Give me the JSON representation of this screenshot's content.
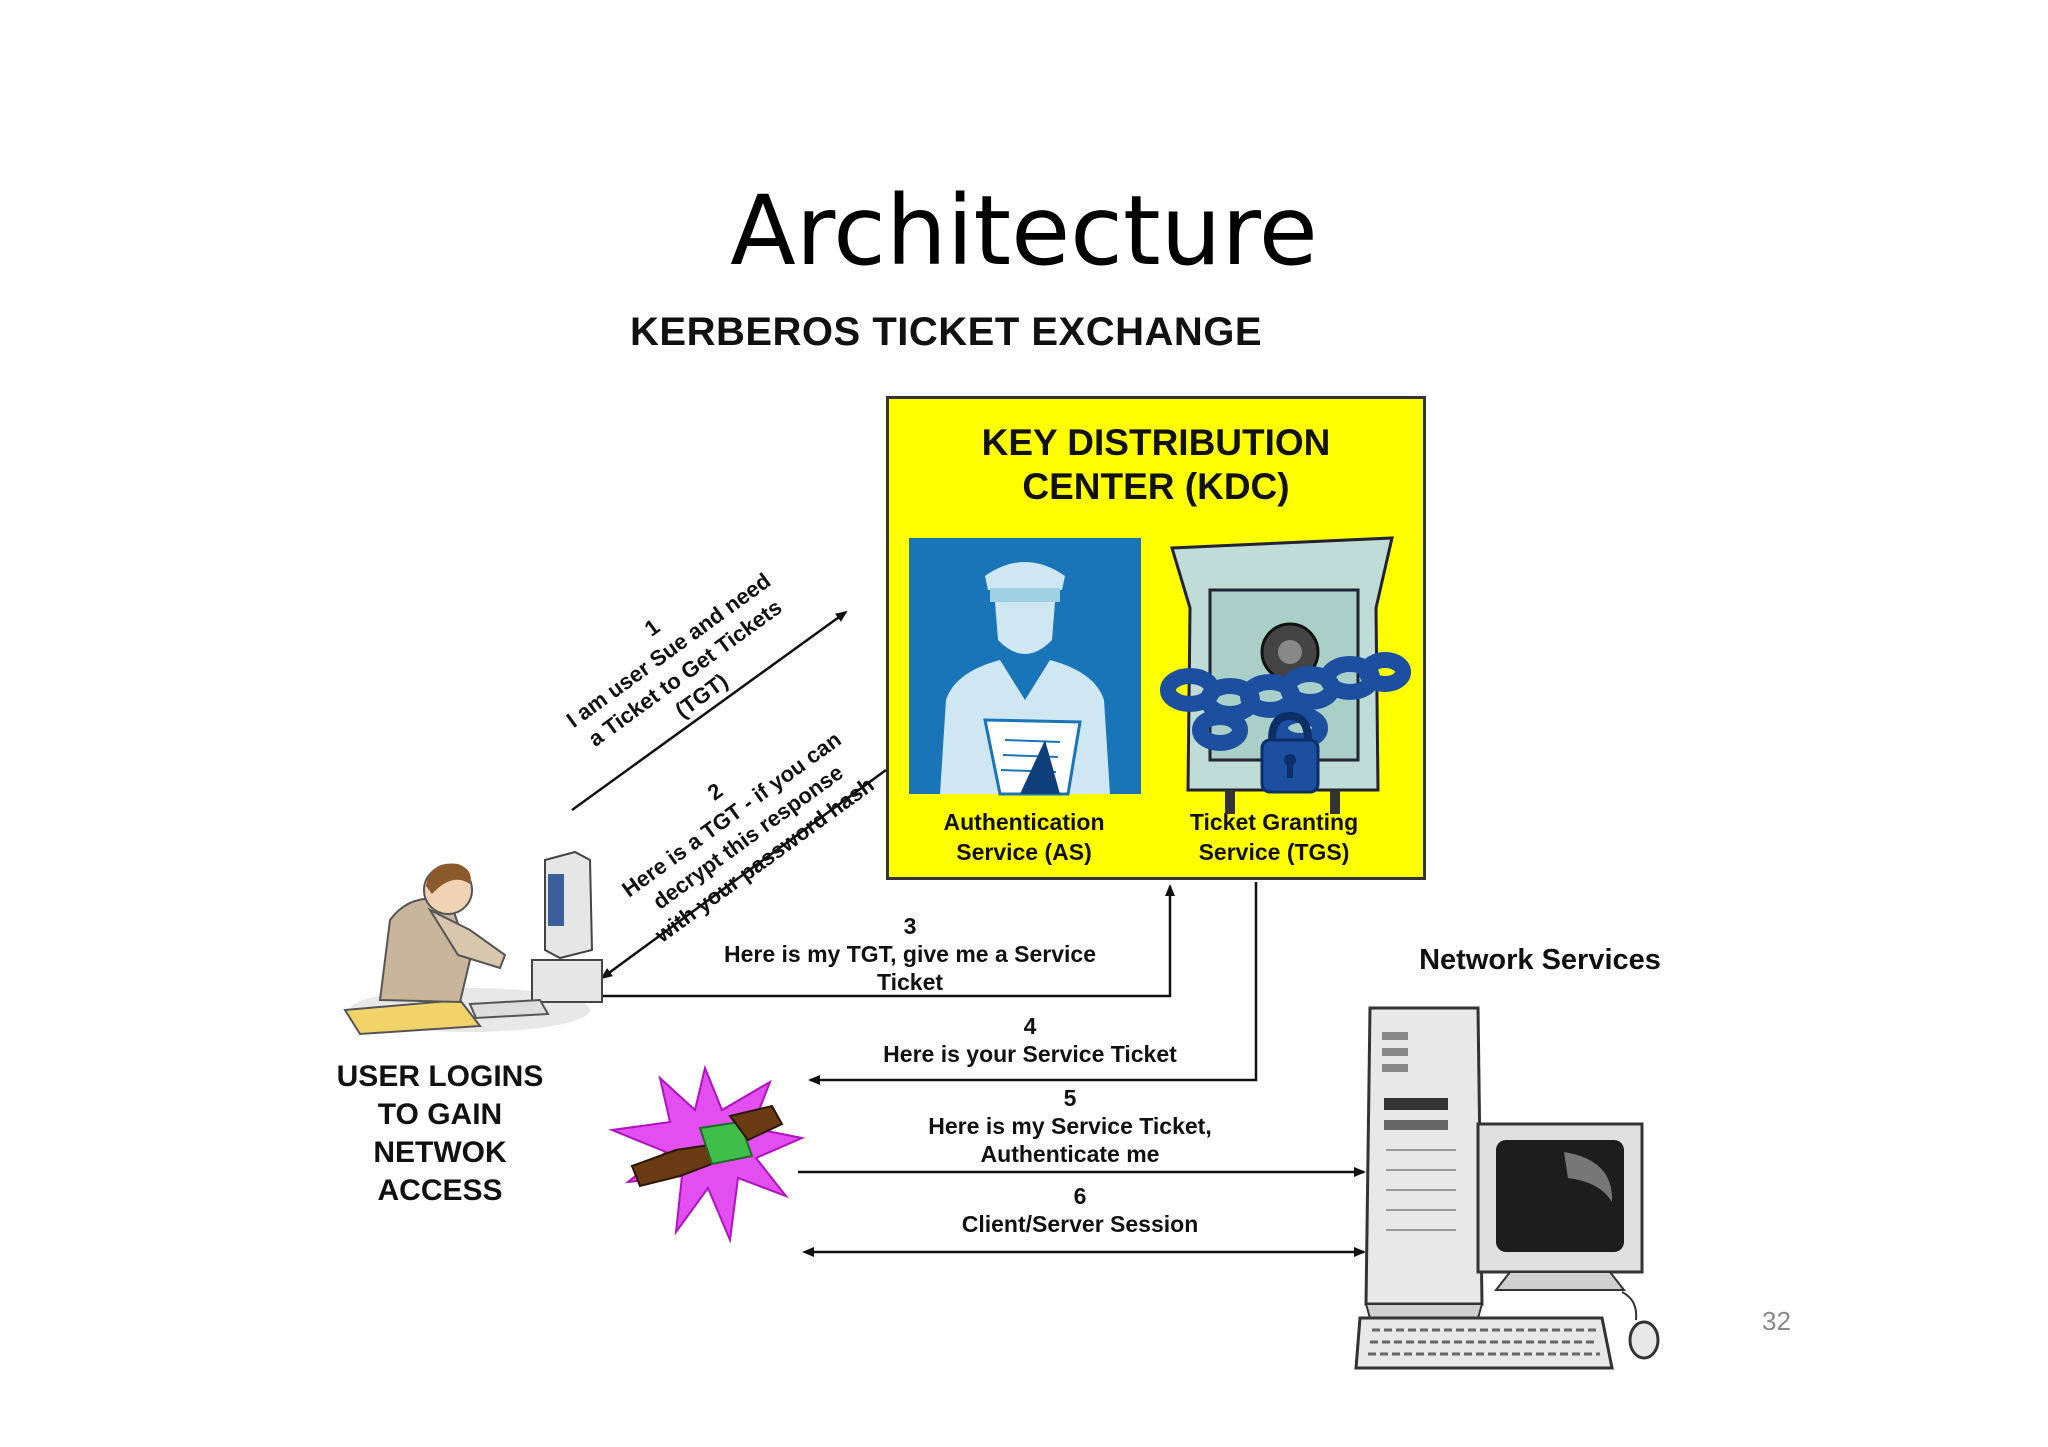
{
  "slide": {
    "title": "Architecture",
    "page_number": "32"
  },
  "diagram": {
    "title": "KERBEROS TICKET EXCHANGE",
    "kdc": {
      "title_line1": "KEY DISTRIBUTION",
      "title_line2": "CENTER (KDC)",
      "as_label_line1": "Authentication",
      "as_label_line2": "Service (AS)",
      "tgs_label_line1": "Ticket Granting",
      "tgs_label_line2": "Service (TGS)"
    },
    "user_label": [
      "USER LOGINS",
      "TO GAIN",
      "NETWOK",
      "ACCESS"
    ],
    "network_services_label": "Network Services",
    "messages": {
      "m1": {
        "num": "1",
        "line1": "I am user Sue and need",
        "line2": "a Ticket to Get Tickets",
        "line3": "(TGT)"
      },
      "m2": {
        "num": "2",
        "line1": "Here is a TGT - if you can",
        "line2": "decrypt this response",
        "line3": "with your password hash"
      },
      "m3": {
        "num": "3",
        "line1": "Here is my TGT, give me a Service",
        "line2": "Ticket"
      },
      "m4": {
        "num": "4",
        "line1": "Here is your Service Ticket"
      },
      "m5": {
        "num": "5",
        "line1": "Here is my Service Ticket,",
        "line2": "Authenticate me"
      },
      "m6": {
        "num": "6",
        "line1": "Client/Server Session"
      }
    },
    "colors": {
      "kdc_fill": "#ffff00",
      "as_panel": "#1a74b8",
      "starburst": "#e24ef0",
      "line": "#222222"
    },
    "icons": [
      "user-at-computer-icon",
      "security-guard-icon",
      "chained-safe-icon",
      "ticket-handoff-icon",
      "server-computer-icon"
    ]
  }
}
